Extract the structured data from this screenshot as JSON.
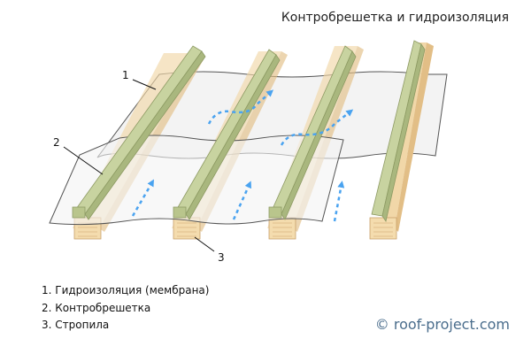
{
  "title": "Контробрешетка и гидроизоляция",
  "callouts": [
    "1",
    "2",
    "3"
  ],
  "legend": [
    "1. Гидроизоляция (мембрана)",
    "2. Контробрешетка",
    "3. Стропила"
  ],
  "copyright": "© roof-project.com",
  "colors": {
    "membrane": "#f2f2f2",
    "membrane_stroke": "#555555",
    "rafter_face": "#f1d7a8",
    "rafter_side": "#e2be86",
    "rafter_end": "#f4dcae",
    "batten_top": "#c8d3a0",
    "batten_side": "#a9b77e",
    "airflow_arrow": "#4aa3f0",
    "copyright": "#4a6d8c"
  }
}
